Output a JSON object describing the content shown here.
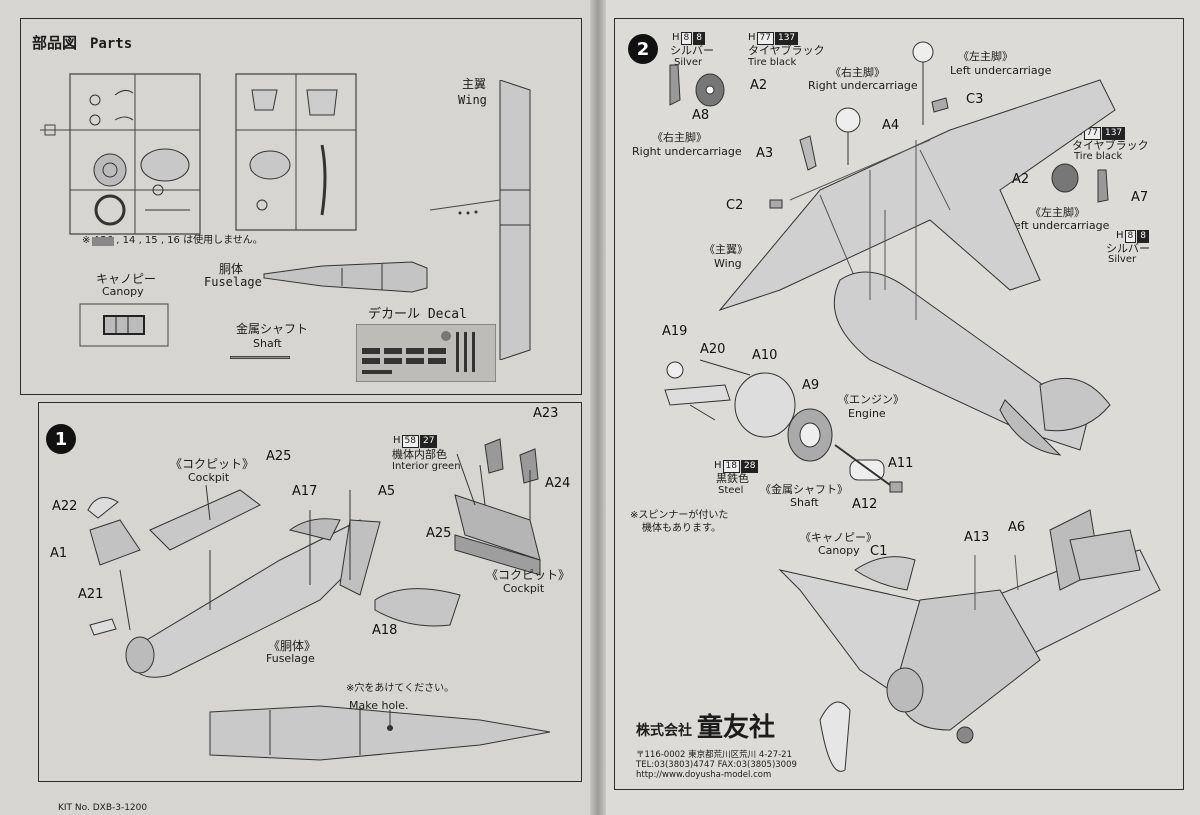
{
  "parts": {
    "title_jp": "部品図",
    "title_en": "Parts",
    "note": "※      A26 , 14 , 15 , 16 は使用しません。",
    "wing_jp": "主翼",
    "wing_en": "Wing",
    "canopy_jp": "キャノピー",
    "canopy_en": "Canopy",
    "fuselage_jp": "胴体",
    "fuselage_en": "Fuselage",
    "shaft_jp": "金属シャフト",
    "shaft_en": "Shaft",
    "decal": "デカール Decal"
  },
  "step1": {
    "number": "1",
    "cockpit_jp": "《コクピット》",
    "cockpit_en": "Cockpit",
    "cockpit2_jp": "《コクピット》",
    "cockpit2_en": "Cockpit",
    "fuselage_jp": "《胴体》",
    "fuselage_en": "Fuselage",
    "paint_code": "H",
    "paint_num1": "58",
    "paint_num2": "27",
    "interior_jp": "機体内部色",
    "interior_en": "Interior green",
    "hole_note": "※穴をあけてください。",
    "make_hole": "Make hole.",
    "labels": [
      "A25",
      "A17",
      "A5",
      "A22",
      "A1",
      "A21",
      "A18",
      "A23",
      "A24",
      "A25"
    ]
  },
  "step2": {
    "number": "2",
    "silver_h": "H",
    "silver_n1": "8",
    "silver_n2": "8",
    "silver_jp": "シルバー",
    "silver_en": "Silver",
    "tire_h": "H",
    "tire_n1": "77",
    "tire_n2": "137",
    "tire_jp": "タイヤブラック",
    "tire_en": "Tire black",
    "right_uc_jp": "《右主脚》",
    "right_uc_en": "Right undercarriage",
    "left_uc_jp": "《左主脚》",
    "left_uc_en": "Left undercarriage",
    "right_uc2_jp": "《右主脚》",
    "right_uc2_en": "Right undercarriage",
    "tire2_jp": "タイヤブラック",
    "tire2_en": "Tire black",
    "left_uc2_jp": "《左主脚》",
    "left_uc2_en": "Left undercarriage",
    "silver2_jp": "シルバー",
    "silver2_en": "Silver",
    "wing_jp": "《主翼》",
    "wing_en": "Wing",
    "engine_jp": "《エンジン》",
    "engine_en": "Engine",
    "steel_h": "H",
    "steel_n1": "18",
    "steel_n2": "28",
    "steel_jp": "黒鉄色",
    "steel_en": "Steel",
    "shaft_jp": "《金属シャフト》",
    "shaft_en": "Shaft",
    "spinner_note1": "※スピンナーが付いた",
    "spinner_note2": "機体もあります。",
    "canopy_jp": "《キャノピー》",
    "canopy_en": "Canopy",
    "labels": [
      "A2",
      "A8",
      "C3",
      "A4",
      "A3",
      "C2",
      "A2",
      "A7",
      "A19",
      "A20",
      "A10",
      "A9",
      "A11",
      "A12",
      "C1",
      "A13",
      "A6"
    ]
  },
  "company": {
    "prefix": "株式会社",
    "name": "童友社",
    "address": "〒116-0002 東京都荒川区荒川 4-27-21",
    "tel": "TEL:03(3803)4747  FAX:03(3805)3009",
    "url": "http://www.doyusha-model.com"
  },
  "kit_no": "KIT No. DXB-3-1200"
}
